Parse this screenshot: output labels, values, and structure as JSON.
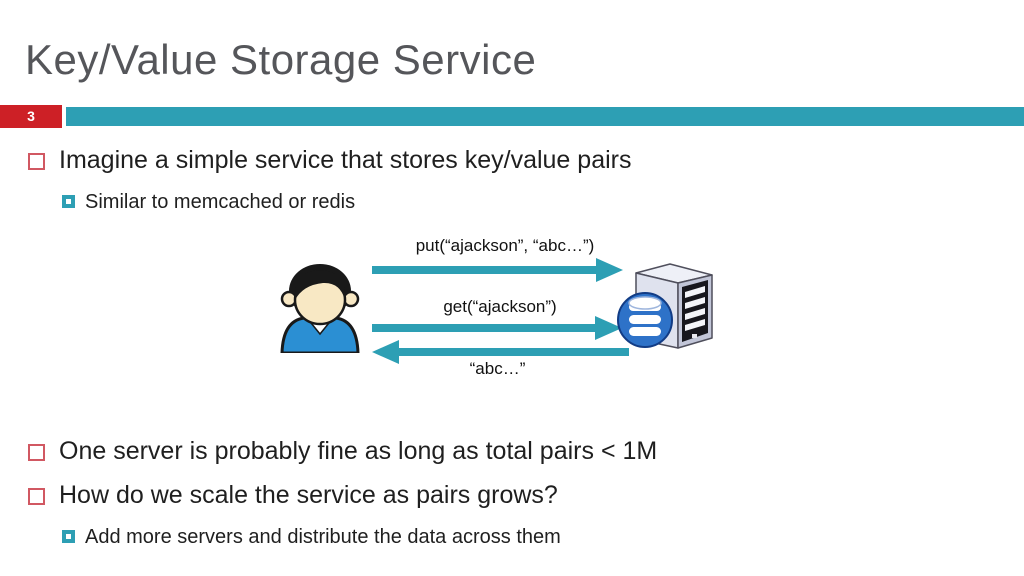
{
  "slide": {
    "title": "Key/Value Storage Service",
    "page_number": "3",
    "accent_colors": {
      "teal": "#2d9fb4",
      "red": "#cd2026",
      "bullet_outline_red": "#d15862",
      "title_gray": "#55565a"
    },
    "bullets": [
      {
        "level": 1,
        "text": "Imagine a simple service that stores key/value pairs"
      },
      {
        "level": 2,
        "text": "Similar to memcached or redis"
      },
      {
        "level": 1,
        "text": "One server is probably fine as long as total pairs < 1M"
      },
      {
        "level": 1,
        "text": "How do we scale the service as pairs grows?"
      },
      {
        "level": 2,
        "text": "Add more servers and distribute the data across them"
      }
    ],
    "diagram": {
      "client_icon": "person-icon",
      "server_icon": "database-server-icon",
      "messages": [
        {
          "from": "client",
          "to": "server",
          "label": "put(“ajackson”, “abc…”)"
        },
        {
          "from": "client",
          "to": "server",
          "label": "get(“ajackson”)"
        },
        {
          "from": "server",
          "to": "client",
          "label": "“abc…”"
        }
      ]
    }
  }
}
